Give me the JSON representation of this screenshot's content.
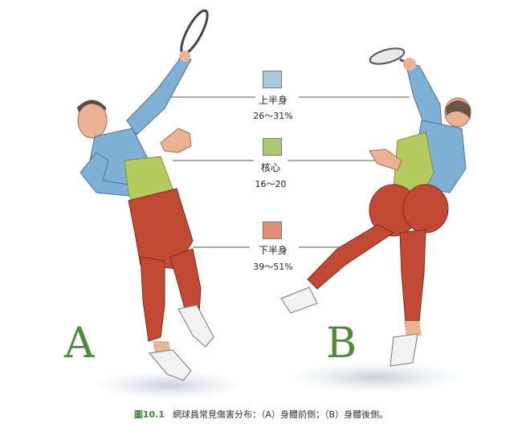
{
  "legend": [
    {
      "name": "上半身",
      "range": "26～31%",
      "color": "#a8c9dd"
    },
    {
      "name": "核心",
      "range": "16～20",
      "color": "#a9c873"
    },
    {
      "name": "下半身",
      "range": "39～51%",
      "color": "#de8e74"
    }
  ],
  "panels": {
    "a": "A",
    "b": "B"
  },
  "caption": {
    "figure": "圖10.1",
    "text": "網球員常見傷害分布：（A）身體前側；（B）身體後側。"
  },
  "colors": {
    "accent_green": "#4e8c3c",
    "skin": "#eab393",
    "muscle_red": "#c24a34",
    "upper_blue": "#7fb0d6",
    "core_green": "#b6cb5e"
  }
}
